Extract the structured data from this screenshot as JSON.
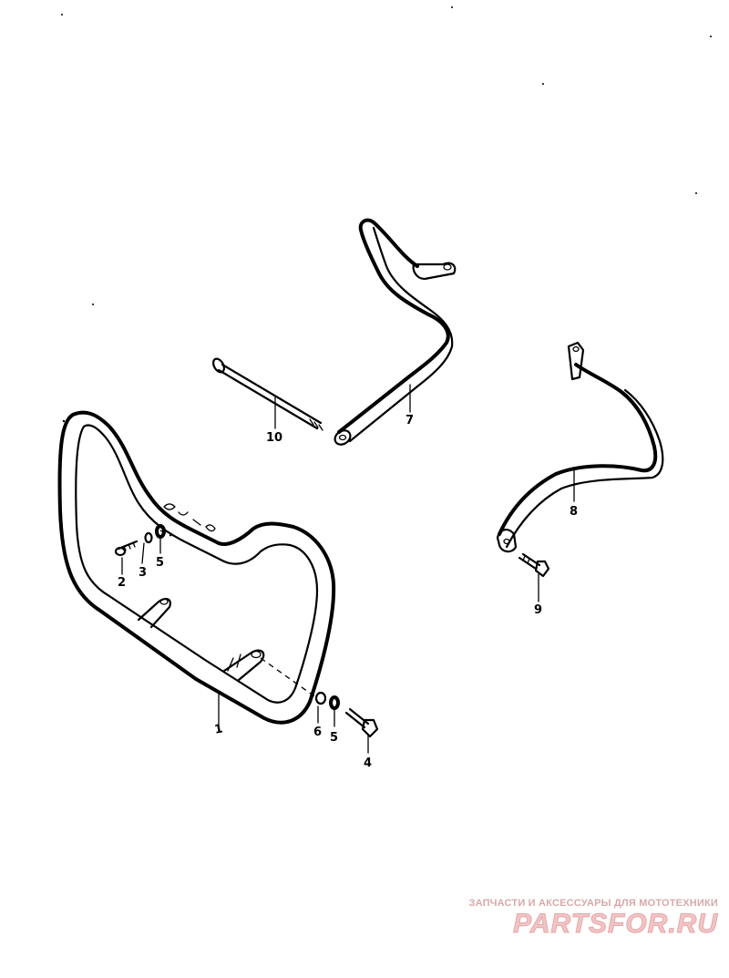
{
  "diagram": {
    "parts": [
      {
        "id": "part-1",
        "label": "1"
      },
      {
        "id": "part-2",
        "label": "2"
      },
      {
        "id": "part-3",
        "label": "3"
      },
      {
        "id": "part-4",
        "label": "4"
      },
      {
        "id": "part-5-left",
        "label": "5"
      },
      {
        "id": "part-5-right",
        "label": "5"
      },
      {
        "id": "part-6",
        "label": "6"
      },
      {
        "id": "part-7",
        "label": "7"
      },
      {
        "id": "part-8",
        "label": "8"
      },
      {
        "id": "part-9",
        "label": "9"
      },
      {
        "id": "part-10",
        "label": "10"
      }
    ]
  },
  "watermark": {
    "tagline": "ЗАПЧАСТИ И АКСЕССУАРЫ ДЛЯ МОТОТЕХНИКИ",
    "name": "PARTSFOR.RU"
  },
  "colors": {
    "line": "#000000",
    "watermark": "#e7a6a8"
  }
}
